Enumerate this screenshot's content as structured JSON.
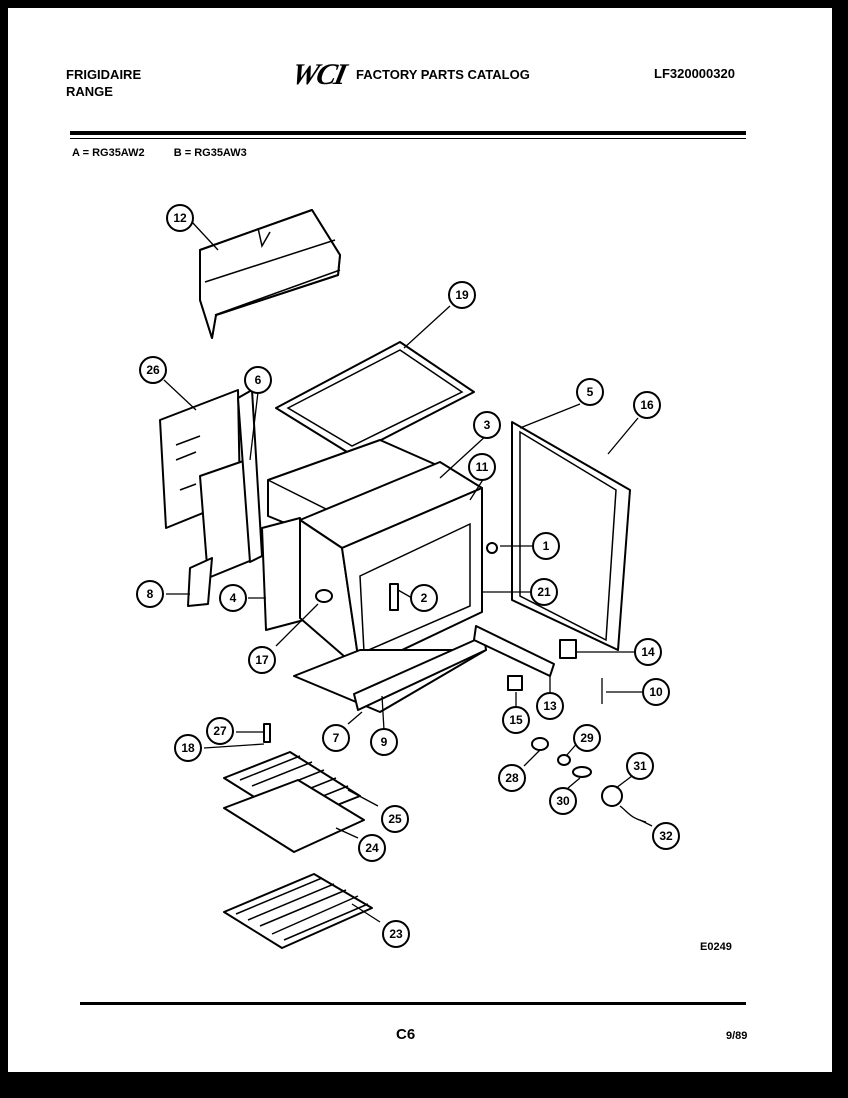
{
  "header": {
    "brand_line1": "FRIGIDAIRE",
    "brand_line2": "RANGE",
    "logo_text": "WCI",
    "catalog_title": "FACTORY PARTS CATALOG",
    "document_number": "LF320000320"
  },
  "models": [
    {
      "label": "A = RG35AW2"
    },
    {
      "label": "B = RG35AW3"
    }
  ],
  "callouts": [
    "1",
    "2",
    "3",
    "4",
    "5",
    "6",
    "7",
    "8",
    "9",
    "10",
    "11",
    "12",
    "13",
    "14",
    "15",
    "16",
    "17",
    "18",
    "19",
    "21",
    "23",
    "24",
    "25",
    "26",
    "27",
    "28",
    "29",
    "30",
    "31",
    "32"
  ],
  "footer": {
    "drawing_code": "E0249",
    "page_number": "C6",
    "date": "9/89"
  }
}
